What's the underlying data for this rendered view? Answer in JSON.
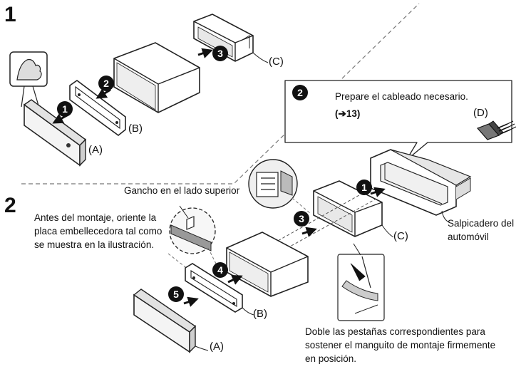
{
  "steps": {
    "one": "1",
    "two": "2"
  },
  "badges": {
    "b1": "1",
    "b2": "2",
    "b3": "3",
    "b4": "4",
    "b5": "5"
  },
  "labels": {
    "a": "(A)",
    "b": "(B)",
    "c": "(C)",
    "d": "(D)"
  },
  "callout": {
    "number": "2",
    "line1": "Prepare el cableado necesario.",
    "ref_open": "(",
    "ref_arrow": "➔",
    "ref_page": "13",
    "ref_close": ")"
  },
  "notes": {
    "hook": "Gancho en el lado superior",
    "orient": "Antes del montaje, oriente la\nplaca embellecedora tal como\nse muestra en la ilustración.",
    "dashboard": "Salpicadero del\nautomóvil",
    "tabs": "Doble las pestañas correspondientes para\nsostener el manguito de montaje firmemente\nen posición."
  }
}
